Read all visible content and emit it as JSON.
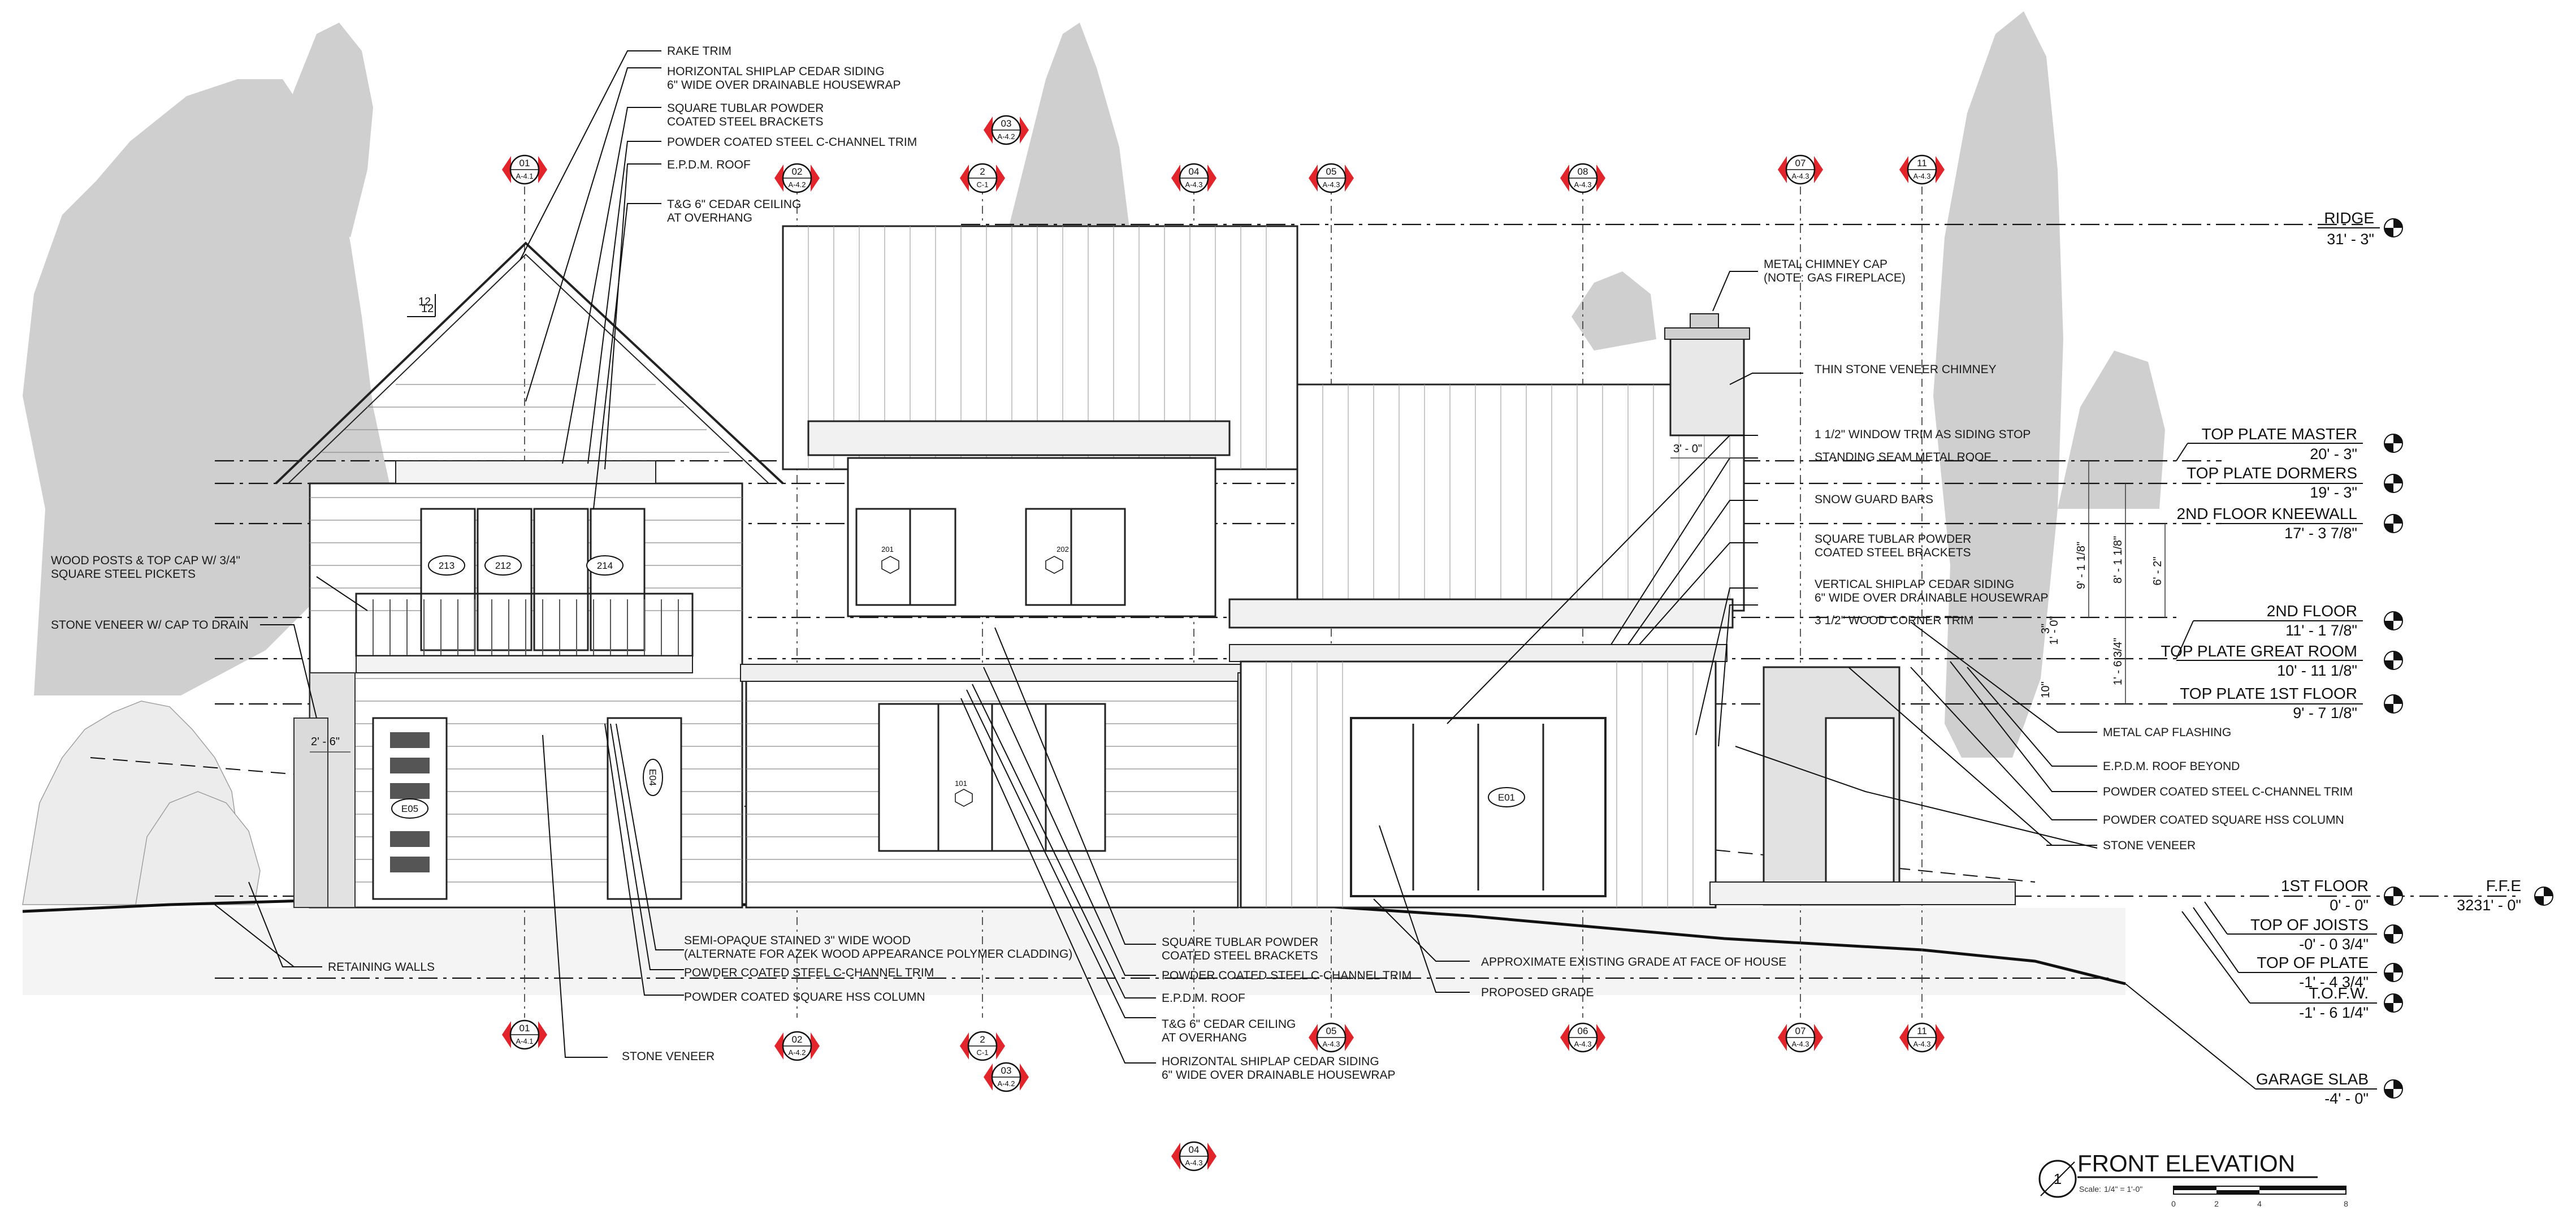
{
  "title": {
    "number": "1",
    "name": "FRONT ELEVATION",
    "scale_prefix": "Scale:",
    "scale_value": "1/4\" = 1'-0\"",
    "bar_ticks": [
      "0",
      "2",
      "4",
      "8"
    ]
  },
  "levels": [
    {
      "id": "ridge",
      "name": "RIDGE",
      "value": "31' - 3\""
    },
    {
      "id": "top-plate-master",
      "name": "TOP PLATE MASTER",
      "value": "20' - 3\""
    },
    {
      "id": "top-plate-dormers",
      "name": "TOP PLATE DORMERS",
      "value": "19' - 3\""
    },
    {
      "id": "2nd-floor-kneewall",
      "name": "2ND FLOOR KNEEWALL",
      "value": "17' - 3 7/8\""
    },
    {
      "id": "2nd-floor",
      "name": "2ND FLOOR",
      "value": "11' - 1 7/8\""
    },
    {
      "id": "top-plate-great-room",
      "name": "TOP PLATE GREAT ROOM",
      "value": "10' - 11 1/8\""
    },
    {
      "id": "top-plate-1st-floor",
      "name": "TOP PLATE 1ST FLOOR",
      "value": "9' - 7 1/8\""
    },
    {
      "id": "1st-floor",
      "name": "1ST FLOOR",
      "value": "0' - 0\""
    },
    {
      "id": "top-of-joists",
      "name": "TOP OF JOISTS",
      "value": "-0' - 0 3/4\""
    },
    {
      "id": "top-of-plate",
      "name": "TOP OF PLATE",
      "value": "-1' - 4 3/4\""
    },
    {
      "id": "tofw",
      "name": "T.O.F.W.",
      "value": "-1' - 6 1/4\""
    },
    {
      "id": "garage-slab",
      "name": "GARAGE SLAB",
      "value": "-4' - 0\""
    }
  ],
  "ffe": {
    "name": "F.F.E",
    "value": "3231' - 0\""
  },
  "notes_top_left": [
    "RAKE TRIM",
    "HORIZONTAL SHIPLAP CEDAR SIDING",
    "6\" WIDE OVER DRAINABLE HOUSEWRAP",
    "SQUARE TUBLAR POWDER",
    "COATED STEEL BRACKETS",
    "POWDER COATED STEEL C-CHANNEL TRIM",
    "E.P.D.M. ROOF",
    "T&G 6\" CEDAR CEILING",
    "AT OVERHANG"
  ],
  "notes_left": [
    "WOOD POSTS & TOP CAP W/ 3/4\"",
    "SQUARE STEEL PICKETS",
    "STONE VENEER W/ CAP TO DRAIN"
  ],
  "notes_right_upper": [
    "METAL CHIMNEY CAP",
    "(NOTE: GAS FIREPLACE)",
    "THIN STONE VENEER CHIMNEY",
    "1 1/2\" WINDOW TRIM AS SIDING STOP",
    "STANDING SEAM METAL ROOF",
    "SNOW GUARD BARS",
    "SQUARE TUBLAR POWDER",
    "COATED STEEL BRACKETS",
    "VERTICAL SHIPLAP CEDAR SIDING",
    "6\" WIDE OVER DRAINABLE HOUSEWRAP",
    "3 1/2\" WOOD CORNER TRIM"
  ],
  "notes_right_lower": [
    "METAL CAP FLASHING",
    "E.P.D.M. ROOF BEYOND",
    "POWDER COATED STEEL C-CHANNEL TRIM",
    "POWDER COATED SQUARE HSS COLUMN",
    "STONE VENEER"
  ],
  "notes_bottom": [
    "RETAINING WALLS",
    "SEMI-OPAQUE STAINED 3\" WIDE WOOD",
    "(ALTERNATE FOR AZEK WOOD APPEARANCE POLYMER CLADDING)",
    "POWDER COATED STEEL C-CHANNEL TRIM",
    "POWDER COATED SQUARE HSS COLUMN",
    "STONE VENEER",
    "SQUARE TUBLAR POWDER",
    "COATED STEEL BRACKETS",
    "POWDER COATED STEEL C-CHANNEL TRIM",
    "E.P.D.M. ROOF",
    "T&G 6\" CEDAR CEILING",
    "AT OVERHANG",
    "HORIZONTAL SHIPLAP CEDAR SIDING",
    "6\" WIDE OVER DRAINABLE HOUSEWRAP",
    "APPROXIMATE EXISTING GRADE AT FACE OF HOUSE",
    "PROPOSED GRADE"
  ],
  "section_marks": {
    "top": [
      {
        "num": "01",
        "sheet": "A-4.1"
      },
      {
        "num": "02",
        "sheet": "A-4.2"
      },
      {
        "num": "03",
        "sheet": "A-4.2"
      },
      {
        "num": "2",
        "sheet": "C-1"
      },
      {
        "num": "04",
        "sheet": "A-4.3"
      },
      {
        "num": "05",
        "sheet": "A-4.3"
      },
      {
        "num": "08",
        "sheet": "A-4.3"
      },
      {
        "num": "07",
        "sheet": "A-4.3"
      },
      {
        "num": "11",
        "sheet": "A-4.3"
      }
    ],
    "bottom": [
      {
        "num": "01",
        "sheet": "A-4.1"
      },
      {
        "num": "02",
        "sheet": "A-4.2"
      },
      {
        "num": "2",
        "sheet": "C-1"
      },
      {
        "num": "03",
        "sheet": "A-4.2"
      },
      {
        "num": "05",
        "sheet": "A-4.3"
      },
      {
        "num": "06",
        "sheet": "A-4.3"
      },
      {
        "num": "07",
        "sheet": "A-4.3"
      },
      {
        "num": "11",
        "sheet": "A-4.3"
      },
      {
        "num": "04",
        "sheet": "A-4.3"
      }
    ]
  },
  "tags": {
    "windows": [
      "213",
      "212",
      "214",
      "201",
      "202",
      "101"
    ],
    "doors": [
      "E05",
      "E04",
      "E01"
    ]
  },
  "dimensions": {
    "chimney_offset": "3' - 0\"",
    "post_height": "2' - 6\"",
    "dim_a": "9' - 1 1/8\"",
    "dim_b": "8' - 1 1/8\"",
    "dim_c": "6' - 2\"",
    "dim_d": "1' - 6 3/4\"",
    "dim_e": "1' - 0\"",
    "dim_f": "3\"",
    "dim_g": "10\""
  },
  "pitch": {
    "rise": "12",
    "run": "12"
  }
}
